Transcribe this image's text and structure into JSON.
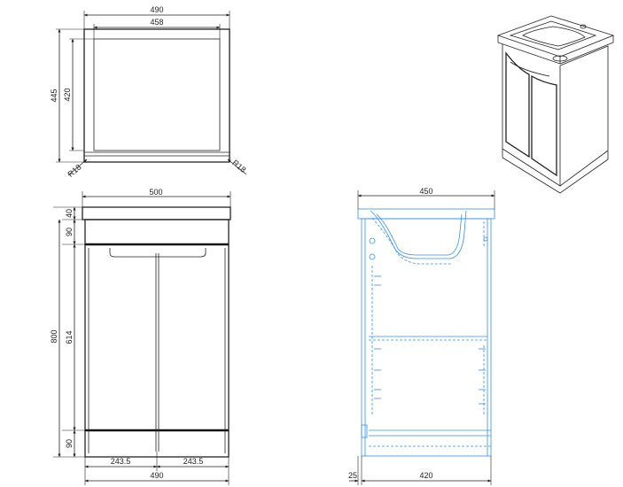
{
  "top_view": {
    "overall_width": "490",
    "inner_width": "458",
    "overall_depth": "445",
    "inner_depth": "420",
    "radius_left": "R18",
    "radius_right": "R18"
  },
  "front_view": {
    "top_width": "500",
    "top_thickness": "40",
    "upper_rail": "90",
    "door_height": "614",
    "lower_rail": "90",
    "total_height": "800",
    "door_left_width": "243.5",
    "door_right_width": "243.5",
    "base_width": "490"
  },
  "side_view": {
    "overall_depth": "450",
    "body_depth": "420",
    "back_offset": "25"
  }
}
